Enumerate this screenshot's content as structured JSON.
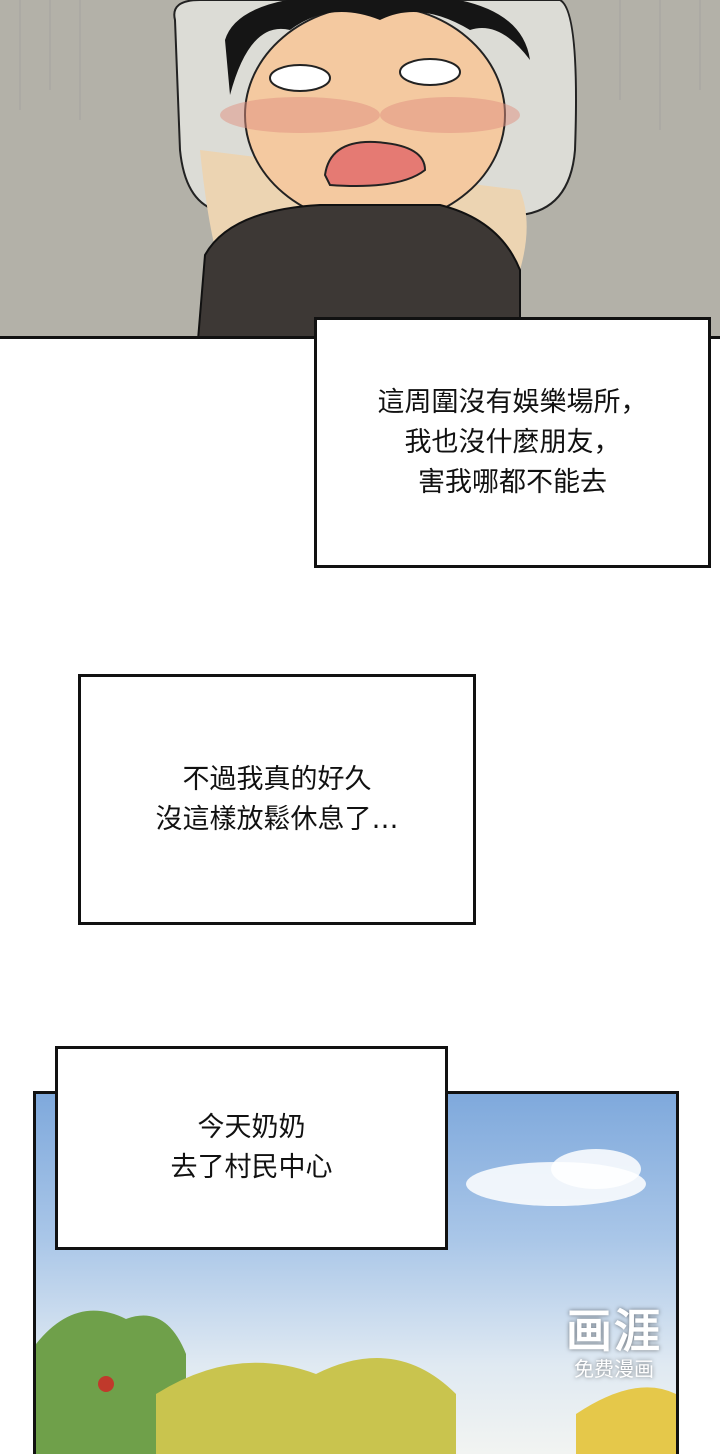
{
  "captions": [
    {
      "lines": [
        "這周圍沒有娛樂場所，",
        "我也沒什麼朋友，",
        "害我哪都不能去"
      ]
    },
    {
      "lines": [
        "不過我真的好久",
        "沒這樣放鬆休息了…"
      ]
    },
    {
      "lines": [
        "今天奶奶",
        "去了村民中心"
      ]
    }
  ],
  "watermark": {
    "logo": "画涯",
    "tagline": "免费漫画"
  },
  "colors": {
    "wall": "#b3b1a8",
    "skin": "#f4c9a0",
    "shirt": "#3d3835",
    "sky": "#7fa9dc",
    "foliage": "#e5c84a"
  }
}
